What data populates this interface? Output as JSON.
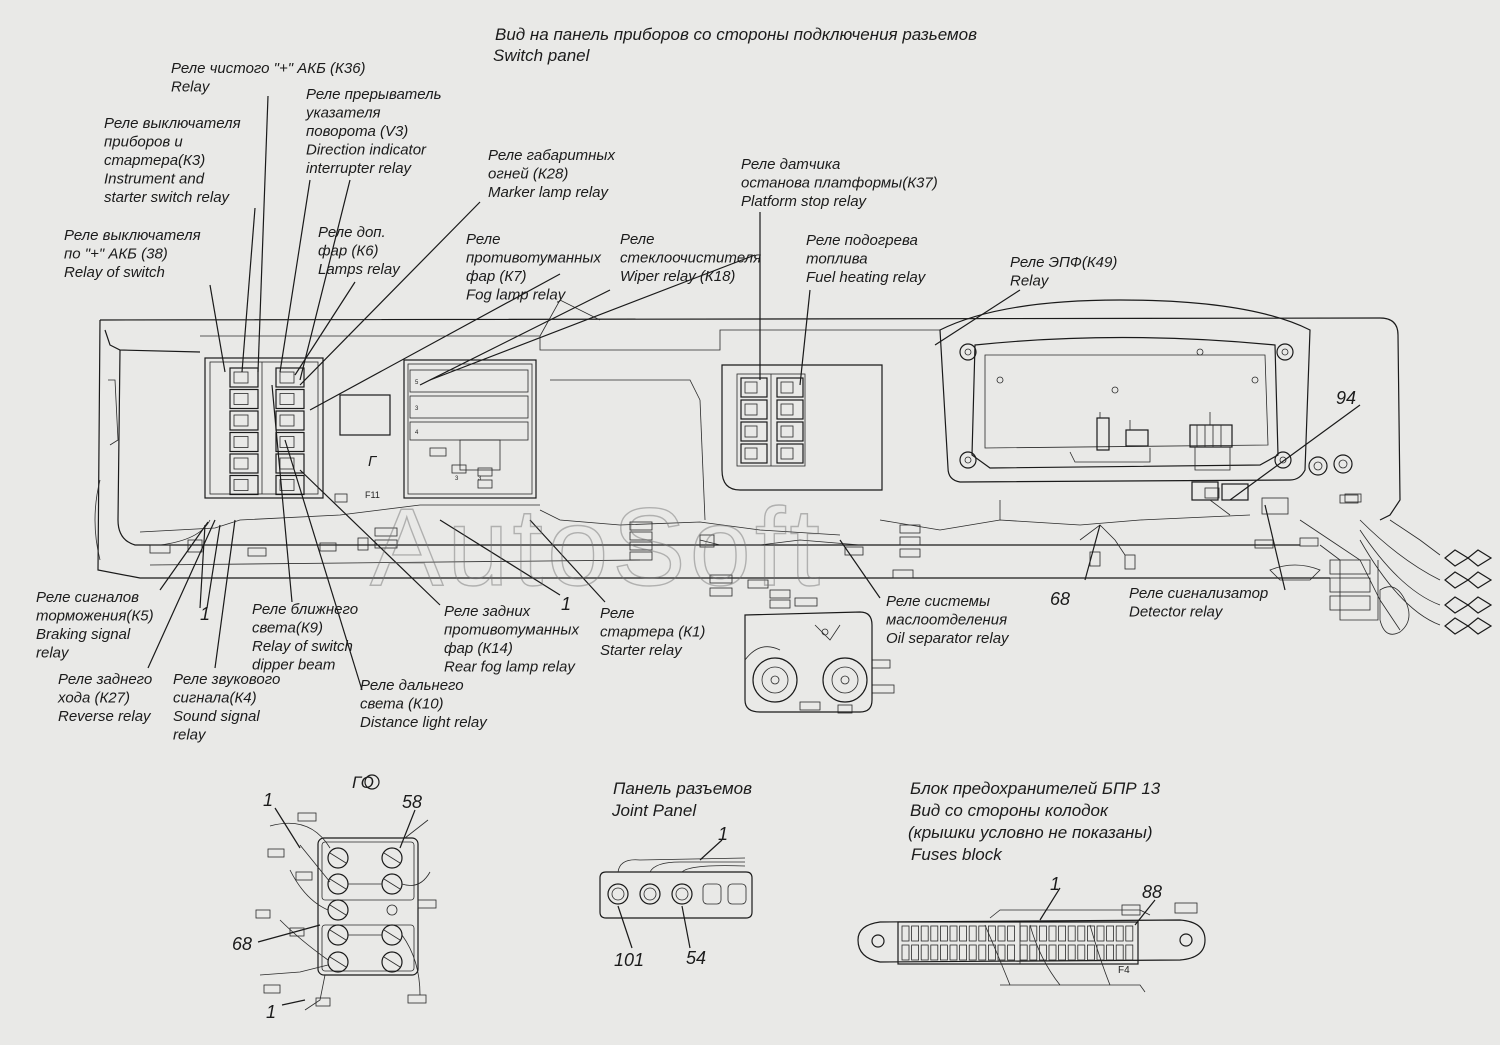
{
  "title": {
    "ru": "Вид на панель приборов со стороны подключения разьемов",
    "en": "Switch panel"
  },
  "watermark": "AutoSoft",
  "relay_labels": [
    {
      "id": "k36",
      "lines": [
        "Реле чистого \"+\" АКБ (К36)",
        "Relay"
      ]
    },
    {
      "id": "k3",
      "lines": [
        "Реле выключателя",
        "приборов и",
        "стартера(К3)",
        "Instrument and",
        "starter switch relay"
      ]
    },
    {
      "id": "v3",
      "lines": [
        "Реле прерыватель",
        "указателя",
        "поворота (V3)",
        "Direction indicator",
        "interrupter relay"
      ]
    },
    {
      "id": "k28",
      "lines": [
        "Реле габаритных",
        "огней (К28)",
        "Marker lamp relay"
      ]
    },
    {
      "id": "k37",
      "lines": [
        "Реле датчика",
        "останова платформы(К37)",
        "Platform stop relay"
      ]
    },
    {
      "id": "k38",
      "lines": [
        "Реле выключателя",
        "по \"+\" АКБ (38)",
        "Relay of switch"
      ]
    },
    {
      "id": "k6",
      "lines": [
        "Реле доп.",
        "фар (К6)",
        "Lamps relay"
      ]
    },
    {
      "id": "k7",
      "lines": [
        "Реле",
        "противотуманных",
        "фар (К7)",
        "Fog lamp relay"
      ]
    },
    {
      "id": "k18",
      "lines": [
        "Реле",
        "стеклоочистителя",
        "Wiper relay (К18)"
      ]
    },
    {
      "id": "fuel",
      "lines": [
        "Реле подогрева",
        "топлива",
        "Fuel heating relay"
      ]
    },
    {
      "id": "k49",
      "lines": [
        "Реле ЭПФ(К49)",
        "Relay"
      ]
    },
    {
      "id": "k5",
      "lines": [
        "Реле сигналов",
        "торможения(К5)",
        "Braking signal",
        "relay"
      ]
    },
    {
      "id": "k9",
      "lines": [
        "Реле ближнего",
        "света(К9)",
        "Relay of switch",
        "dipper beam"
      ]
    },
    {
      "id": "k27",
      "lines": [
        "Реле заднего",
        "хода (К27)",
        "Reverse relay"
      ]
    },
    {
      "id": "k4",
      "lines": [
        "Реле звукового",
        "сигнала(К4)",
        "Sound signal",
        "relay"
      ]
    },
    {
      "id": "k10",
      "lines": [
        "Реле дальнего",
        "света (К10)",
        "Distance light relay"
      ]
    },
    {
      "id": "k14",
      "lines": [
        "Реле задних",
        "противотуманных",
        "фар (К14)",
        "Rear fog lamp relay"
      ]
    },
    {
      "id": "k1",
      "lines": [
        "Реле",
        "стартера (К1)",
        "Starter relay"
      ]
    },
    {
      "id": "oil",
      "lines": [
        "Реле системы",
        "маслоотделения",
        "Oil separator relay"
      ]
    },
    {
      "id": "det",
      "lines": [
        "Реле сигнализатор",
        "Detector relay"
      ]
    }
  ],
  "callouts": {
    "n1_left": "1",
    "n1_mid": "1",
    "n68_main": "68",
    "n94": "94",
    "f11": "F11",
    "g_mark": "Г"
  },
  "go_block": {
    "title": "ГО",
    "n1_top": "1",
    "n58": "58",
    "n68": "68",
    "n1_bottom": "1"
  },
  "joint_panel": {
    "title_ru": "Панель разъемов",
    "title_en": "Joint Panel",
    "n1": "1",
    "n101": "101",
    "n54": "54"
  },
  "fuse_block": {
    "title_lines": [
      "Блок предохранителей БПР 13",
      "Вид со стороны колодок",
      "(крышки условно не показаны)",
      "Fuses  block"
    ],
    "n1": "1",
    "n88": "88",
    "f4": "F4"
  },
  "colors": {
    "background": "#e9e9e7",
    "ink": "#1a1a1a",
    "watermark": "#6d6d6d"
  }
}
